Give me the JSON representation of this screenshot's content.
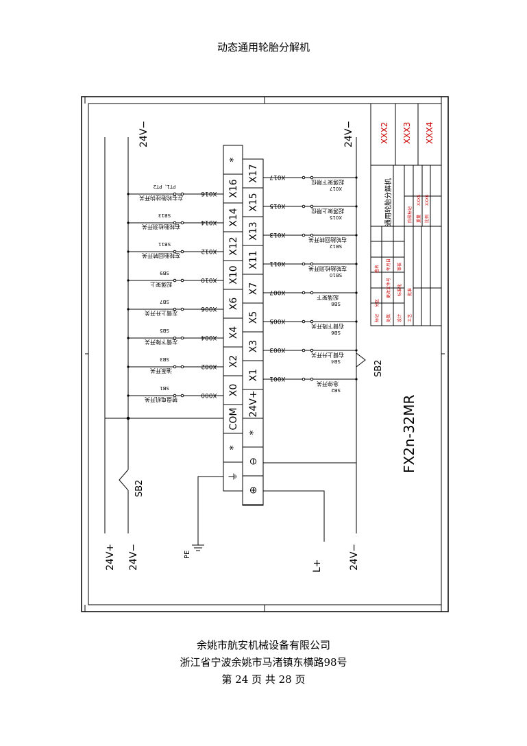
{
  "page": {
    "title": "动态通用轮胎分解机",
    "footer": {
      "company": "余姚市航安机械设备有限公司",
      "address": "浙江省宁波余姚市马渚镇东横路98号",
      "page_no": "第 24 页 共 28 页"
    }
  },
  "diagram": {
    "model": "FX2n-32MR",
    "supply": {
      "v24plus": "24V+",
      "v24minus": "24V−",
      "l_plus": "L+",
      "pe": "PE"
    },
    "sb2_label": "SB2",
    "terminals_left": [
      "*",
      "X16",
      "X14",
      "X12",
      "X10",
      "X6",
      "X4",
      "X2",
      "X0",
      "COM",
      "*",
      "⏚"
    ],
    "terminals_right": [
      "X17",
      "X15",
      "X13",
      "X11",
      "X7",
      "X5",
      "X3",
      "X1",
      "24V+",
      "*",
      "⊖",
      "⊕"
    ],
    "left_inputs": [
      {
        "addr": "X016",
        "sb": "PT1、PT2",
        "desc": "左右轮胎挂钩开关"
      },
      {
        "addr": "X014",
        "sb": "SB13",
        "desc": "右轮胎检测开关"
      },
      {
        "addr": "X012",
        "sb": "SB11",
        "desc": "左轮胎回转开关"
      },
      {
        "addr": "X010",
        "sb": "SB9",
        "desc": "起落架上"
      },
      {
        "addr": "X006",
        "sb": "SB7",
        "desc": "左臂上升开关"
      },
      {
        "addr": "X004",
        "sb": "SB5",
        "desc": "左臂下降开关"
      },
      {
        "addr": "X002",
        "sb": "SB3",
        "desc": "油泵开关"
      },
      {
        "addr": "X000",
        "sb": "SB1",
        "desc": "转盘电机开关"
      }
    ],
    "right_inputs": [
      {
        "addr": "X017",
        "sb": "X017",
        "desc": "起落架下限位"
      },
      {
        "addr": "X015",
        "sb": "X015",
        "desc": "起落架上限位"
      },
      {
        "addr": "X013",
        "sb": "SB12",
        "desc": "右轮胎回转开关"
      },
      {
        "addr": "X011",
        "sb": "SB10",
        "desc": "左轮胎检测开关"
      },
      {
        "addr": "X007",
        "sb": "SB8",
        "desc": "起落架下"
      },
      {
        "addr": "X005",
        "sb": "SB6",
        "desc": "右臂下降开关"
      },
      {
        "addr": "X003",
        "sb": "SB4",
        "desc": "右臂上升开关"
      },
      {
        "addr": "X001",
        "sb": "SB2",
        "desc": "急停开关"
      }
    ],
    "title_block": {
      "revisions": [
        "XXX2",
        "XXX3",
        "XXX4"
      ],
      "drawing_title": "通用轮胎分解机",
      "cells": [
        "标记",
        "处数",
        "分区",
        "更改文件号",
        "签名",
        "年月日",
        "设计",
        "标准化",
        "审核",
        "工艺",
        "批准",
        "阶段标记",
        "重量",
        "比例",
        "XXXS",
        "XXX6"
      ]
    }
  }
}
